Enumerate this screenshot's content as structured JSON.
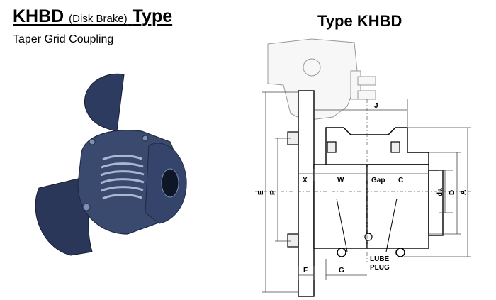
{
  "header": {
    "title_main": "KHBD",
    "title_paren": "(Disk Brake)",
    "title_suffix": "Type",
    "subtitle": "Taper Grid Coupling"
  },
  "diagram": {
    "title": "Type KHBD",
    "labels": {
      "J": "J",
      "X": "X",
      "W": "W",
      "Gap": "Gap",
      "C": "C",
      "E": "E",
      "P": "P",
      "da": "da",
      "D": "D",
      "A": "A",
      "F": "F",
      "G": "G",
      "lube_line1": "LUBE",
      "lube_line2": "PLUG"
    }
  },
  "colors": {
    "photo_body": "#3a4a6e",
    "photo_dark": "#1f2a44",
    "photo_light": "#7f8fb3"
  }
}
